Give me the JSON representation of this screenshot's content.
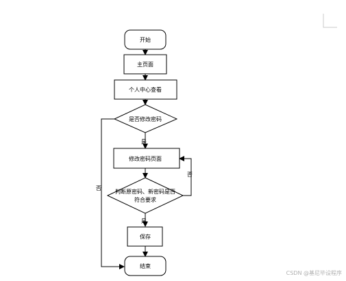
{
  "flowchart": {
    "nodes": {
      "start": "开始",
      "main_page": "主页面",
      "personal_center": "个人中心查看",
      "decision_change_pwd": "是否修改密码",
      "change_pwd_page": "修改密码页面",
      "decision_check_line1": "判断原密码、新密码是否",
      "decision_check_line2": "符合要求",
      "save": "保存",
      "end": "结束"
    },
    "edge_labels": {
      "yes_to_change_page": "是",
      "no_to_end": "否",
      "no_back_to_change_page": "否",
      "yes_to_save": "是"
    }
  },
  "watermark": "CSDN @基尼毕设程序"
}
